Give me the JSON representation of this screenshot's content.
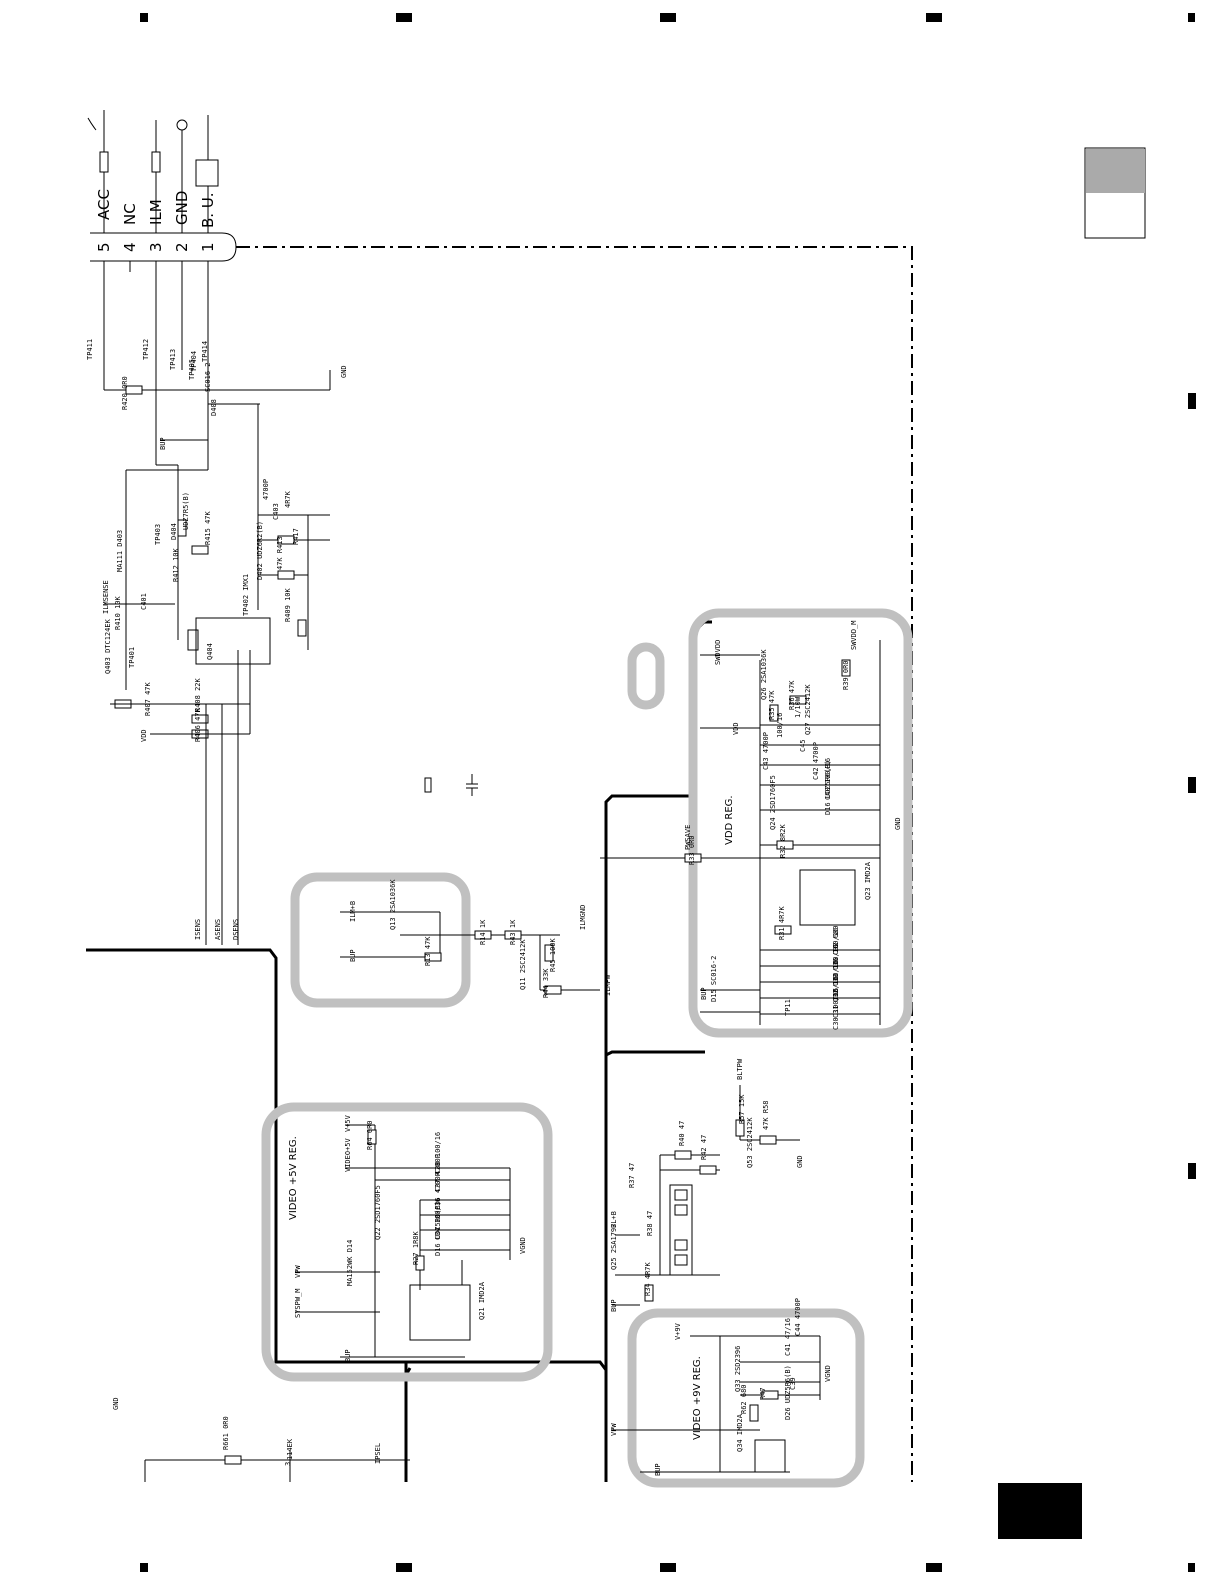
{
  "connector": {
    "pins": [
      {
        "num": "5",
        "name": "ACC"
      },
      {
        "num": "4",
        "name": "NC"
      },
      {
        "num": "3",
        "name": "ILM"
      },
      {
        "num": "2",
        "name": "GND"
      },
      {
        "num": "1",
        "name": "B. U."
      }
    ]
  },
  "blocks": {
    "vdd_reg": "VDD REG.",
    "video_5v_reg": "VIDEO +5V REG.",
    "video_9v_reg": "VIDEO +9V REG."
  },
  "upper_labels": [
    "TP411",
    "TP412",
    "TP413",
    "TP404",
    "TP405",
    "TP414",
    "R420 0R0",
    "D408",
    "SC016-2",
    "GND",
    "BUP",
    "4700P",
    "C403",
    "4R7K",
    "R417",
    "R415 47K",
    "D404",
    "UDZ7R5(B)",
    "TP403",
    "R412 10K",
    "D402 UDZ6R2(B)",
    "47K R413",
    "R409 10K",
    "TP402 IMX1",
    "Q404",
    "TP401",
    "MA111 D403",
    "C401",
    "R410 10K",
    "ILMSENSE",
    "Q403 DTC124EK",
    "R407 47K",
    "R408 22K",
    "R406 47K",
    "VDD",
    "ISENS",
    "ASENS",
    "DSENS"
  ],
  "ilm_labels": [
    "ILM+B",
    "Q13 2SA1036K",
    "R13 47K",
    "BUP",
    "R14 1K",
    "R43 1K",
    "Q11 2SC2412K",
    "R45 100K",
    "ILMGND",
    "R44 33K",
    "ILMPW"
  ],
  "vdd_labels": [
    "SWDVDD",
    "Q26 2SA1036K",
    "R36 47K",
    "R35 47K",
    "1/10W",
    "R39 0R0",
    "SWVDD_M",
    "VDD",
    "100/16",
    "Q27 2SC2412K",
    "C45",
    "C43 4700P",
    "C42 4700P",
    "C40 100/16",
    "D16 UDZ5R6(B)",
    "Q24 2SD1760F5",
    "R32 8R2K",
    "R33 0R0",
    "PWSAVE",
    "Q23 IMD2A",
    "R31 4R7K",
    "C32 680",
    "C36 100/16",
    "C33 100/16",
    "C32 100/16",
    "C31 100/16",
    "C30 100/16",
    "D15 SC016-2",
    "BUP",
    "TP11",
    "GND"
  ],
  "video5_labels": [
    "V+5V",
    "R64 0R0",
    "VIDEO+5V",
    "C38 100/16",
    "C37 4700P",
    "C36 4700P",
    "C34 100/16",
    "D16 UDZ5R6(B)",
    "VGND",
    "Q22 2SD1760F5",
    "R27 1R8K",
    "VPW",
    "MA152WK D14",
    "SYSPW_M",
    "Q21 IMD2A",
    "BUP"
  ],
  "bl_labels": [
    "BLTPW",
    "R57 15K",
    "47K R58",
    "R40 47",
    "R42 47",
    "Q53 2SC2412K",
    "GND",
    "R37 47",
    "R38 47",
    "Q25 2SA1797",
    "BL+B",
    "R34 4R7K",
    "BUP"
  ],
  "video9_labels": [
    "V+9V",
    "C44 4700P",
    "C41 47/16",
    "VGND",
    "C39",
    "R47",
    "Q33 2SD2396",
    "R62 680",
    "D26 UDZ5R6(B)",
    "Q34 IMD2A",
    "VPW",
    "BUP"
  ],
  "bottom_left_labels": [
    "GND",
    "R661 0R0",
    "IPSEL",
    "114EK",
    "3"
  ]
}
